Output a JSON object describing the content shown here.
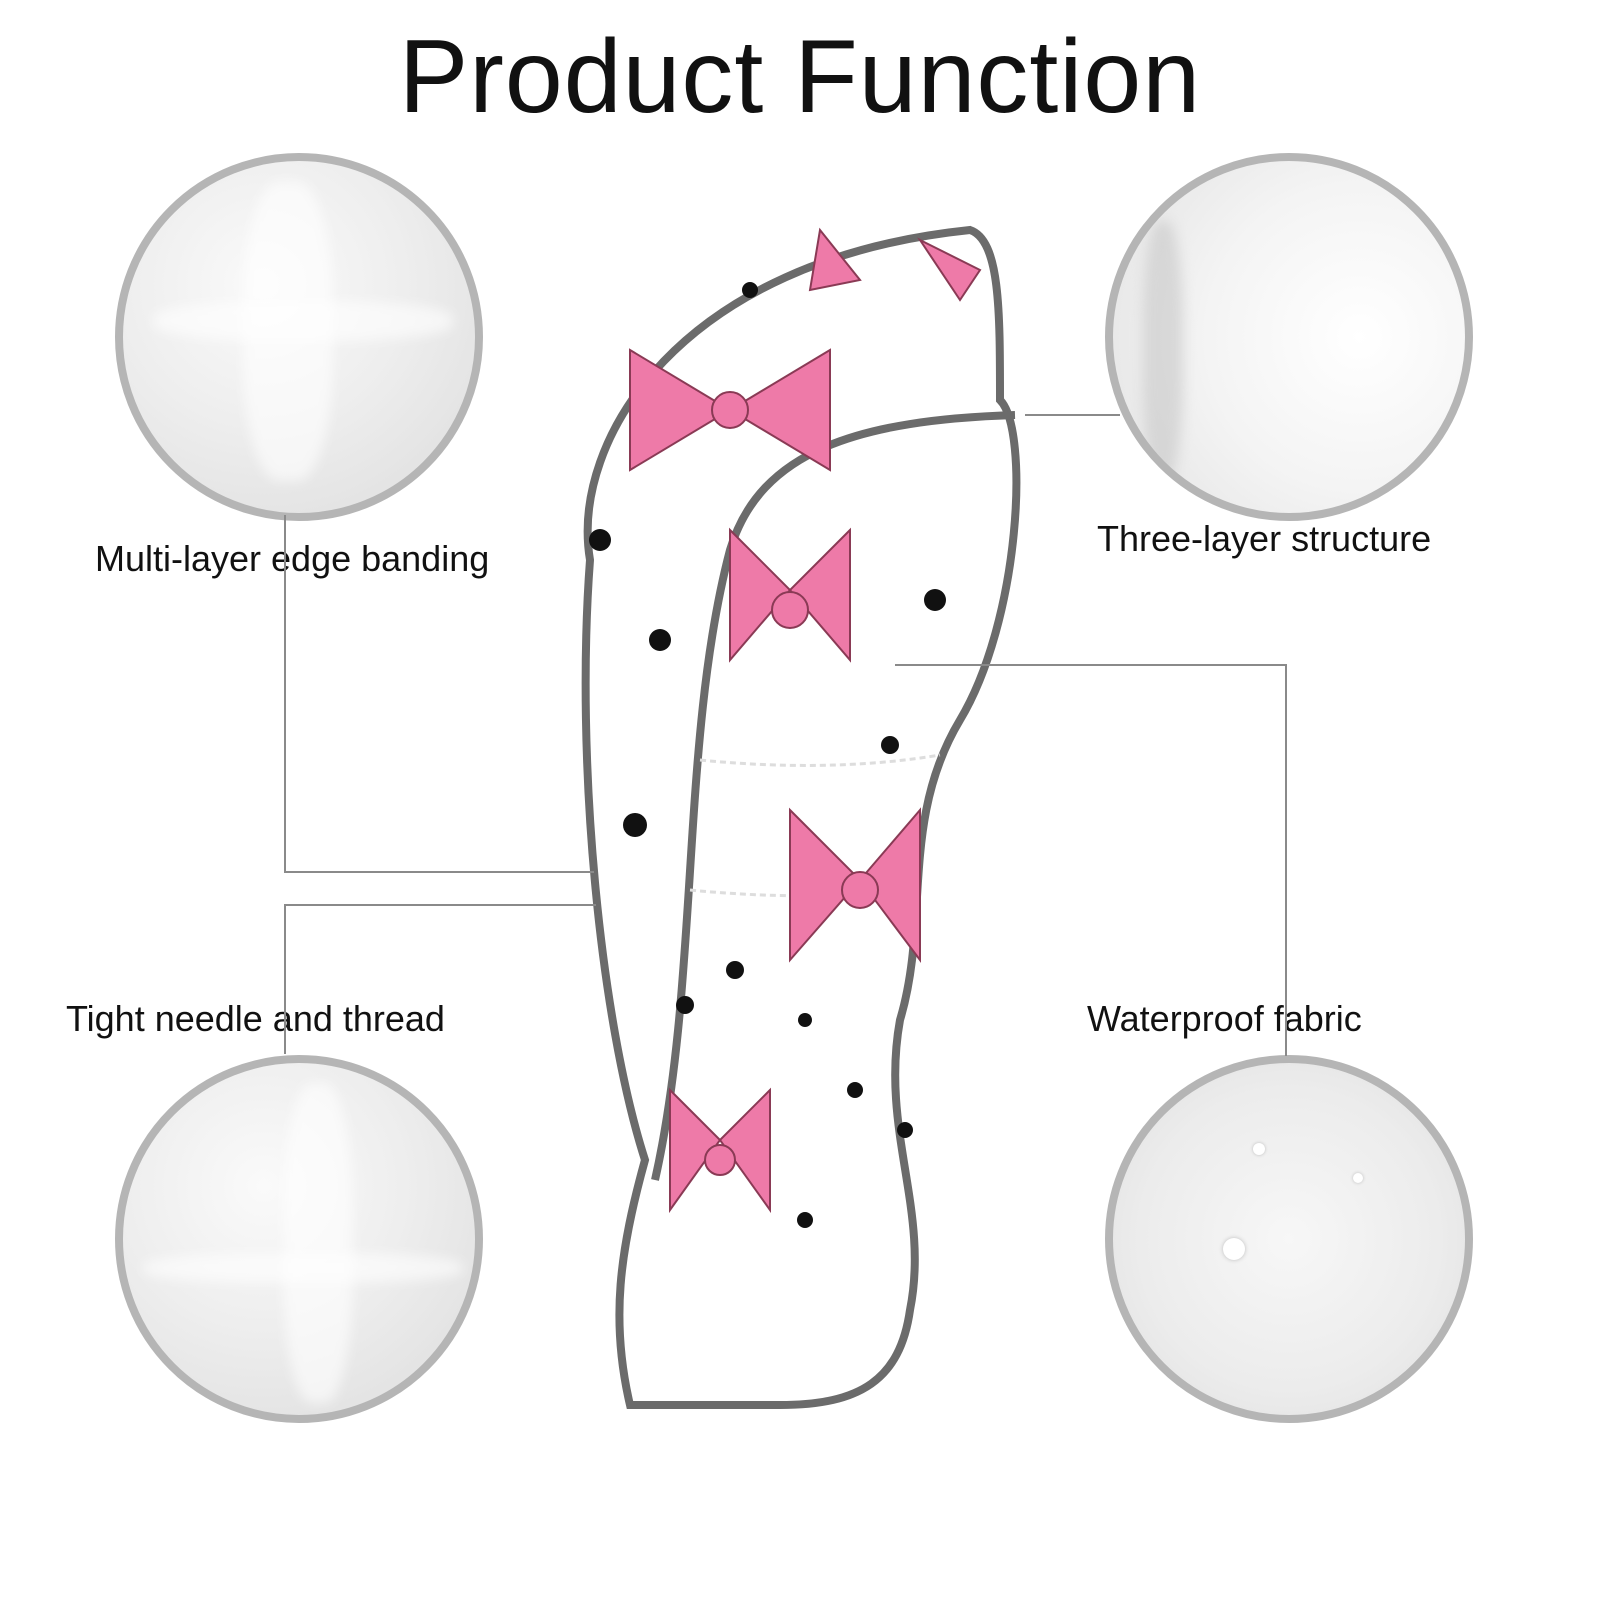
{
  "title": "Product Function",
  "features": [
    {
      "label": "Multi-layer edge banding"
    },
    {
      "label": "Three-layer structure"
    },
    {
      "label": "Tight needle and thread"
    },
    {
      "label": "Waterproof fabric"
    }
  ],
  "colors": {
    "pink": "#ee7aa8",
    "trim": "#6b6b6b",
    "circle_border": "#b5b5b5"
  }
}
